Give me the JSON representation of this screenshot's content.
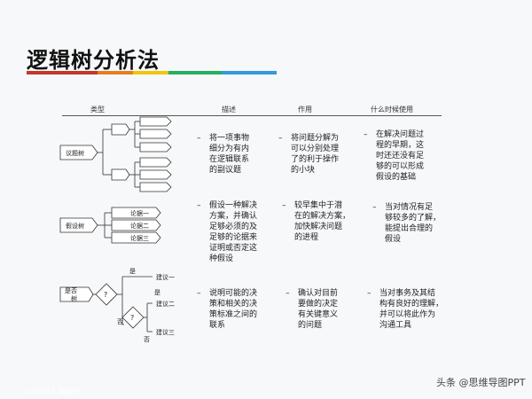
{
  "title": "逻辑树分析法",
  "colors": {
    "bar": [
      "#c0392b",
      "#e67e22",
      "#f1c40f",
      "#27ae60",
      "#3498db"
    ]
  },
  "headers": {
    "type": "类型",
    "desc": "描述",
    "use": "作用",
    "when": "什么时候使用"
  },
  "rows": [
    {
      "type_label": "议题树",
      "desc": "将一项事物\n细分为有内\n在逻辑联系\n的副议题",
      "use": "将问题分解为\n可以分别处理\n了的利于操作\n的小块",
      "when": "在解决问题过\n程的早期，这\n时还还没有足\n够的可以形成\n假设的基础"
    },
    {
      "type_label": "假设树",
      "items": [
        "论据一",
        "论据二",
        "论据三"
      ],
      "desc": "假设一种解决\n方案，并确认\n足够必须的及\n足够的论据来\n证明或否定这\n种假设",
      "use": "较早集中于潜\n在的解决方案，\n加快解决问题\n的进程",
      "when": "当对情况有足\n够较多的了解，\n能提出合理的\n假设"
    },
    {
      "type_label": "是否树",
      "yes": "是",
      "no": "否",
      "q": "?",
      "suggestions": [
        "建议一",
        "建议二",
        "建议三"
      ],
      "desc": "说明可能的决\n策和相关的决\n策标准之间的\n联系",
      "use": "确认对目前\n要做的决定\n有关键意义\n的问题",
      "when": "当对事务及其结\n构有良好的理解，\n并可以将此作为\n沟通工具"
    }
  ],
  "bullet_char": "–",
  "watermark": "头条 @思维导图PPT",
  "copyright": "©2007 南极光"
}
